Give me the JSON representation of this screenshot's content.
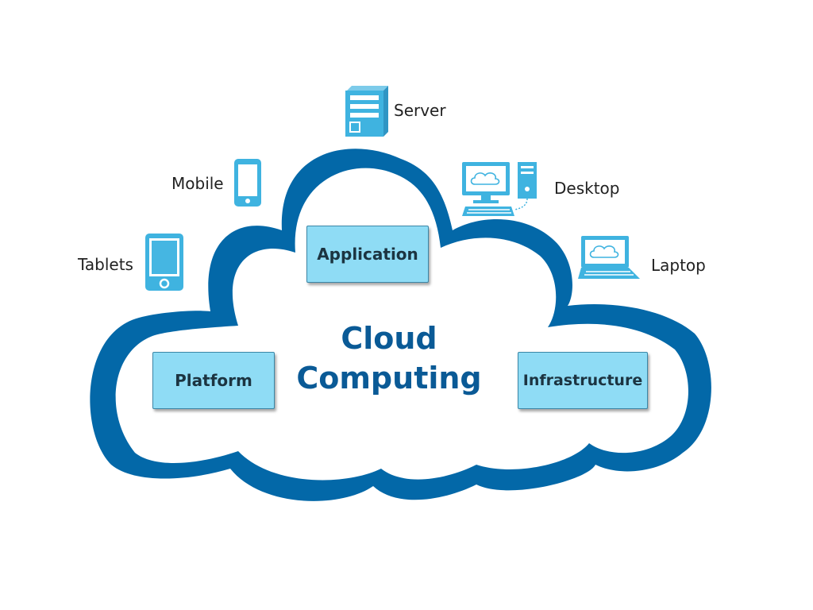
{
  "diagram": {
    "title_line1": "Cloud",
    "title_line2": "Computing",
    "services": {
      "application": "Application",
      "platform": "Platform",
      "infrastructure": "Infrastructure"
    },
    "devices": {
      "server": "Server",
      "mobile": "Mobile",
      "desktop": "Desktop",
      "tablets": "Tablets",
      "laptop": "Laptop"
    }
  },
  "colors": {
    "cloud_outline": "#0368a8",
    "icon": "#3fb3e0",
    "box_fill": "#8fdcf5",
    "title": "#0a5a96"
  }
}
